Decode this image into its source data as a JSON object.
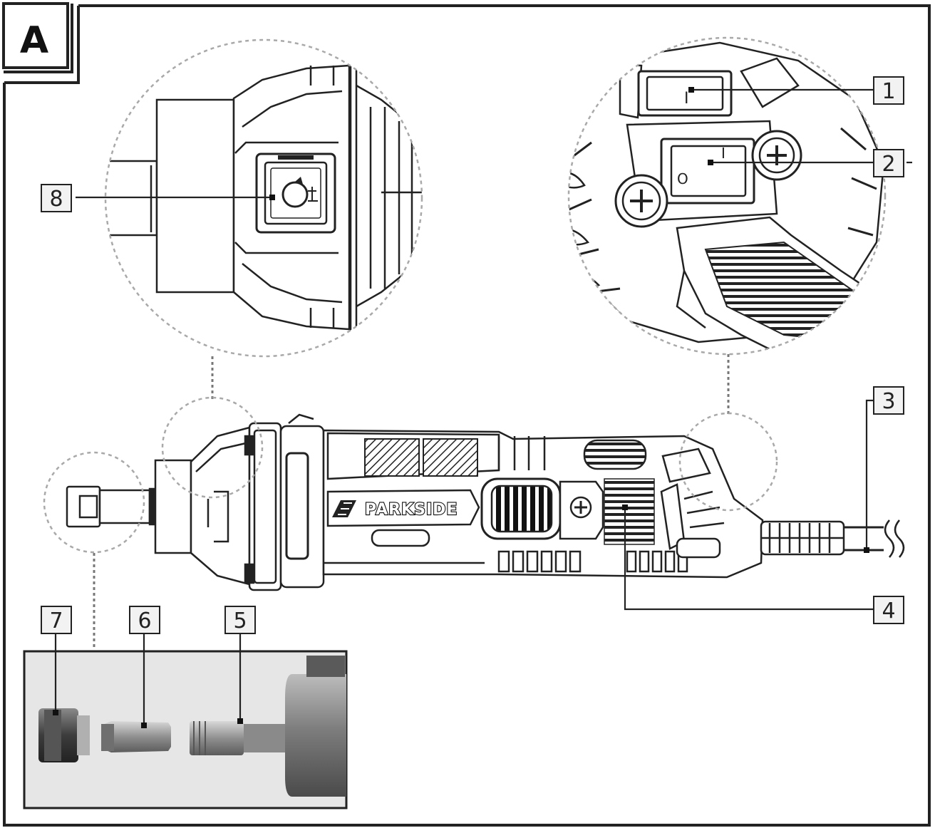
{
  "figure": {
    "panel_letter": "A",
    "brand_text": "PARKSIDE",
    "switch_marks": {
      "on": "I",
      "off": "O"
    },
    "callouts": [
      {
        "id": "callout-1",
        "label": "1"
      },
      {
        "id": "callout-2",
        "label": "2"
      },
      {
        "id": "callout-3",
        "label": "3"
      },
      {
        "id": "callout-4",
        "label": "4"
      },
      {
        "id": "callout-5",
        "label": "5"
      },
      {
        "id": "callout-6",
        "label": "6"
      },
      {
        "id": "callout-7",
        "label": "7"
      },
      {
        "id": "callout-8",
        "label": "8"
      }
    ]
  },
  "colors": {
    "line": "#222222",
    "detail_circle": "#a9a9a9",
    "label_fill": "#f2f2f2",
    "photo_background": "#dcdcdc",
    "photo_part": "#6f6f6f"
  }
}
